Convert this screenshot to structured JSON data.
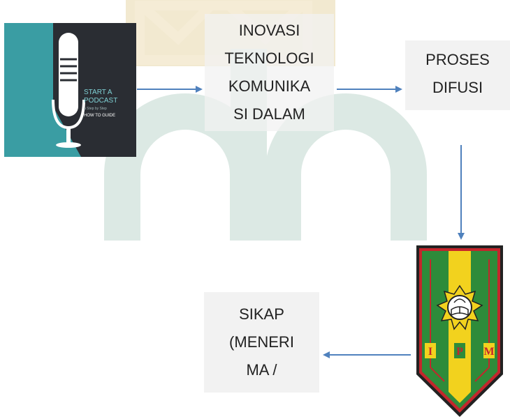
{
  "watermark": {
    "name": "uin-watermark",
    "colors": {
      "green": "#dce9e4",
      "gold": "#f0e5c8"
    }
  },
  "podcast_thumb": {
    "icon": "microphone-icon",
    "text_lines": [
      "START A",
      "PODCAST"
    ],
    "small_line": "a Step by Step",
    "guide_line": "HOW TO GUIDE",
    "colors": {
      "teal": "#3a9da3",
      "dark": "#2a2d33"
    }
  },
  "box_innovation": {
    "lines": [
      "INOVASI",
      "TEKNOLOGI",
      "KOMUNIKA",
      "SI DALAM"
    ]
  },
  "box_diffusion": {
    "lines": [
      "PROSES",
      "DIFUSI"
    ]
  },
  "ipm_emblem": {
    "icon": "ipm-emblem-icon",
    "letters": [
      "I",
      "P",
      "M"
    ],
    "colors": {
      "green": "#2e8b3a",
      "yellow": "#f2d21e",
      "red": "#c4262c",
      "dark": "#222222"
    }
  },
  "box_attitude": {
    "lines": [
      "SIKAP",
      "(MENERI",
      "MA /"
    ]
  },
  "arrow_color": "#4f81bd"
}
